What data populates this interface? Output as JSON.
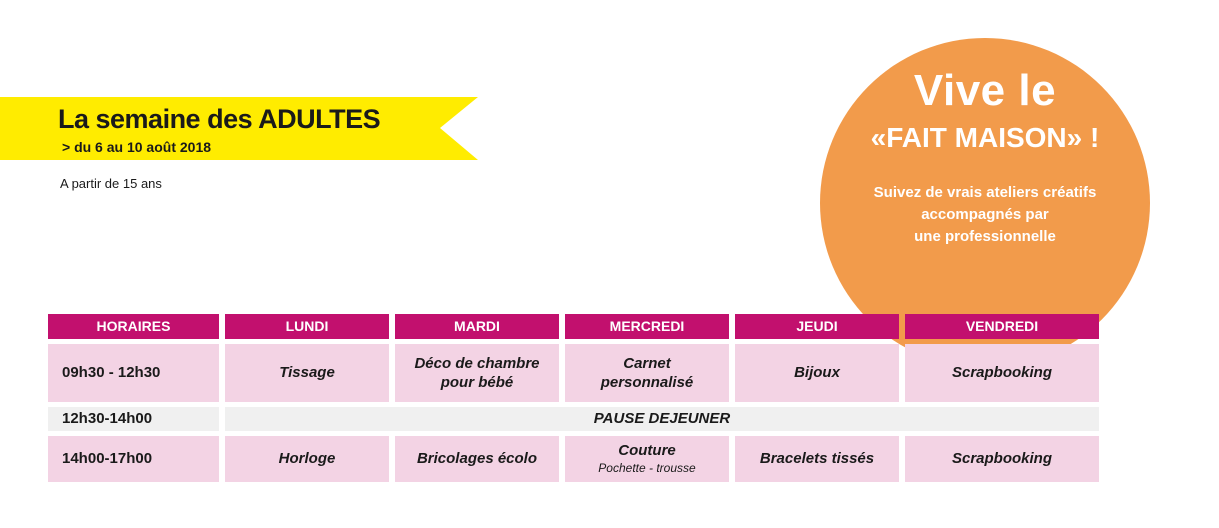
{
  "banner": {
    "title": "La semaine des ADULTES",
    "dates": "> du 6 au 10 août 2018",
    "age": "A partir de 15 ans",
    "color": "#ffec00"
  },
  "promo": {
    "line1": "Vive le",
    "line2": "«FAIT MAISON» !",
    "line3": "Suivez de vrais ateliers créatifs",
    "line4": "accompagnés par",
    "line5": "une professionnelle",
    "color": "#f29b4b"
  },
  "schedule": {
    "headers": [
      "HORAIRES",
      "LUNDI",
      "MARDI",
      "MERCREDI",
      "JEUDI",
      "VENDREDI"
    ],
    "morning": {
      "time": "09h30 - 12h30",
      "lundi": "Tissage",
      "mardi_1": "Déco de chambre",
      "mardi_2": "pour bébé",
      "mercredi_1": "Carnet",
      "mercredi_2": "personnalisé",
      "jeudi": "Bijoux",
      "vendredi": "Scrapbooking"
    },
    "lunch": {
      "time": "12h30-14h00",
      "label": "PAUSE DEJEUNER"
    },
    "afternoon": {
      "time": "14h00-17h00",
      "lundi": "Horloge",
      "mardi": "Bricolages écolo",
      "mercredi": "Couture",
      "mercredi_sub": "Pochette - trousse",
      "jeudi": "Bracelets tissés",
      "vendredi": "Scrapbooking"
    },
    "header_color": "#c2106e",
    "row_color": "#f3d3e4"
  }
}
